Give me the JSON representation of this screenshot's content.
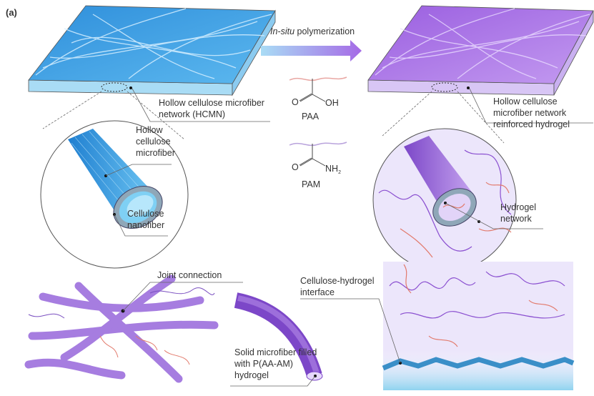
{
  "panel_label": "(a)",
  "arrow": {
    "italic": "In-situ",
    "text": " polymerization"
  },
  "chem": {
    "paa": {
      "oh": "OH",
      "o": "O",
      "name": "PAA"
    },
    "pam": {
      "nh2": "NH",
      "sub": "2",
      "o": "O",
      "name": "PAM"
    }
  },
  "left": {
    "network_label": [
      "Hollow cellulose microfiber",
      "network (HCMN)"
    ],
    "fiber_label": [
      "Hollow",
      "cellulose",
      "microfiber"
    ],
    "nanofiber_label": [
      "Cellulose",
      "nanofiber"
    ]
  },
  "right": {
    "network_label": [
      "Hollow cellulose",
      "microfiber network",
      "reinforced hydrogel"
    ],
    "hydrogel_label": [
      "Hydrogel",
      "network"
    ]
  },
  "bottom": {
    "joint_label": "Joint connection",
    "solid_label": [
      "Solid microfiber filled",
      "with P(AA-AM)",
      "hydrogel"
    ],
    "interface_label": [
      "Cellulose-hydrogel",
      "interface"
    ]
  },
  "colors": {
    "blue": "#3a9be0",
    "purple": "#a26be0",
    "red": "#e27a6c",
    "lavender": "#ece6fb"
  }
}
